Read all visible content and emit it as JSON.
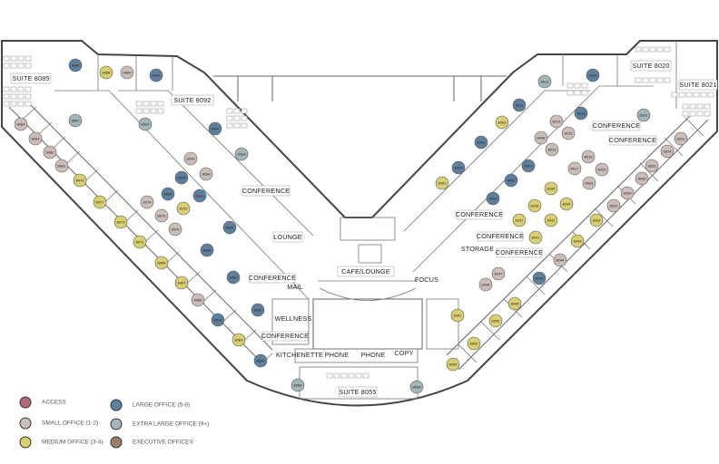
{
  "colors": {
    "access": "#b06a78",
    "small": "#cdbdb8",
    "medium": "#d9cf72",
    "large": "#5e7f9e",
    "xl": "#a2b5b8",
    "executive": "#a07e6e"
  },
  "legend": [
    {
      "type": "access",
      "label": "ACCESS"
    },
    {
      "type": "small",
      "label": "SMALL OFFICE (1-2)"
    },
    {
      "type": "medium",
      "label": "MEDIUM OFFICE (3-4)"
    },
    {
      "type": "large",
      "label": "LARGE OFFICE (5-8)"
    },
    {
      "type": "xl",
      "label": "EXTRA LARGE OFFICE (9+)"
    },
    {
      "type": "executive",
      "label": "EXECUTIVE OFFICES"
    }
  ],
  "labels": {
    "suite_8085": "SUITE 8085",
    "suite_8092": "SUITE 8092",
    "suite_8020": "SUITE 8020",
    "suite_8021": "SUITE 8021",
    "suite_8055": "SUITE 8055",
    "conference": "CONFERENCE",
    "lounge": "LOUNGE",
    "cafe_lounge": "CAFE/LOUNGE",
    "mail": "MAIL",
    "wellness": "WELLNESS",
    "kitchenette": "KITCHENETTE",
    "phone": "PHONE",
    "copy": "COPY",
    "focus": "FOCUS",
    "storage": "STORAGE"
  },
  "rooms": [
    {
      "number": "8086",
      "type": "large"
    },
    {
      "number": "8088",
      "type": "medium"
    },
    {
      "number": "8089",
      "type": "small"
    },
    {
      "number": "8091",
      "type": "large"
    },
    {
      "number": "8087",
      "type": "xl"
    },
    {
      "number": "8090",
      "type": "xl"
    },
    {
      "number": "8097",
      "type": "large"
    },
    {
      "number": "8099",
      "type": "xl"
    },
    {
      "number": "8084",
      "type": "small"
    },
    {
      "number": "8083",
      "type": "small"
    },
    {
      "number": "8082",
      "type": "small"
    },
    {
      "number": "8081",
      "type": "small"
    },
    {
      "number": "8079",
      "type": "medium"
    },
    {
      "number": "8077",
      "type": "medium"
    },
    {
      "number": "8096",
      "type": "small"
    },
    {
      "number": "8095",
      "type": "large"
    },
    {
      "number": "8098",
      "type": "small"
    },
    {
      "number": "8094",
      "type": "large"
    },
    {
      "number": "8101",
      "type": "large"
    },
    {
      "number": "8074",
      "type": "small"
    },
    {
      "number": "8102",
      "type": "medium"
    },
    {
      "number": "8072",
      "type": "small"
    },
    {
      "number": "8070",
      "type": "small"
    },
    {
      "number": "8073",
      "type": "medium"
    },
    {
      "number": "8071",
      "type": "medium"
    },
    {
      "number": "8069",
      "type": "medium"
    },
    {
      "number": "8067",
      "type": "medium"
    },
    {
      "number": "8066",
      "type": "small"
    },
    {
      "number": "8064",
      "type": "large"
    },
    {
      "number": "8063",
      "type": "medium"
    },
    {
      "number": "8062",
      "type": "large"
    },
    {
      "number": "8056",
      "type": "xl"
    },
    {
      "number": "8061",
      "type": "large"
    },
    {
      "number": "8068",
      "type": "large"
    },
    {
      "number": "8060",
      "type": "large"
    },
    {
      "number": "8065",
      "type": "large"
    },
    {
      "number": "8012",
      "type": "xl"
    },
    {
      "number": "8014",
      "type": "large"
    },
    {
      "number": "8011",
      "type": "large"
    },
    {
      "number": "8010",
      "type": "large"
    },
    {
      "number": "8023",
      "type": "xl"
    },
    {
      "number": "8009",
      "type": "medium"
    },
    {
      "number": "8013",
      "type": "small"
    },
    {
      "number": "8015",
      "type": "small"
    },
    {
      "number": "8022",
      "type": "small"
    },
    {
      "number": "8008",
      "type": "small"
    },
    {
      "number": "8005",
      "type": "large"
    },
    {
      "number": "8018",
      "type": "small"
    },
    {
      "number": "8024",
      "type": "small"
    },
    {
      "number": "8016",
      "type": "small"
    },
    {
      "number": "8017",
      "type": "small"
    },
    {
      "number": "8029",
      "type": "small"
    },
    {
      "number": "8026",
      "type": "small"
    },
    {
      "number": "8007",
      "type": "large"
    },
    {
      "number": "8004",
      "type": "large"
    },
    {
      "number": "8006",
      "type": "large"
    },
    {
      "number": "8031",
      "type": "small"
    },
    {
      "number": "8028",
      "type": "small"
    },
    {
      "number": "8003",
      "type": "large"
    },
    {
      "number": "8035",
      "type": "medium"
    },
    {
      "number": "8030",
      "type": "small"
    },
    {
      "number": "8036",
      "type": "medium"
    },
    {
      "number": "8034",
      "type": "medium"
    },
    {
      "number": "8032",
      "type": "small"
    },
    {
      "number": "8001",
      "type": "medium"
    },
    {
      "number": "8037",
      "type": "medium"
    },
    {
      "number": "8042",
      "type": "medium"
    },
    {
      "number": "8033",
      "type": "medium"
    },
    {
      "number": "8041",
      "type": "medium"
    },
    {
      "number": "8043",
      "type": "medium"
    },
    {
      "number": "8044",
      "type": "small"
    },
    {
      "number": "8047",
      "type": "small"
    },
    {
      "number": "8045",
      "type": "large"
    },
    {
      "number": "8048",
      "type": "small"
    },
    {
      "number": "8046",
      "type": "medium"
    },
    {
      "number": "8051",
      "type": "medium"
    },
    {
      "number": "8050",
      "type": "medium"
    },
    {
      "number": "8052",
      "type": "medium"
    },
    {
      "number": "8053",
      "type": "medium"
    },
    {
      "number": "8054",
      "type": "xl"
    }
  ]
}
